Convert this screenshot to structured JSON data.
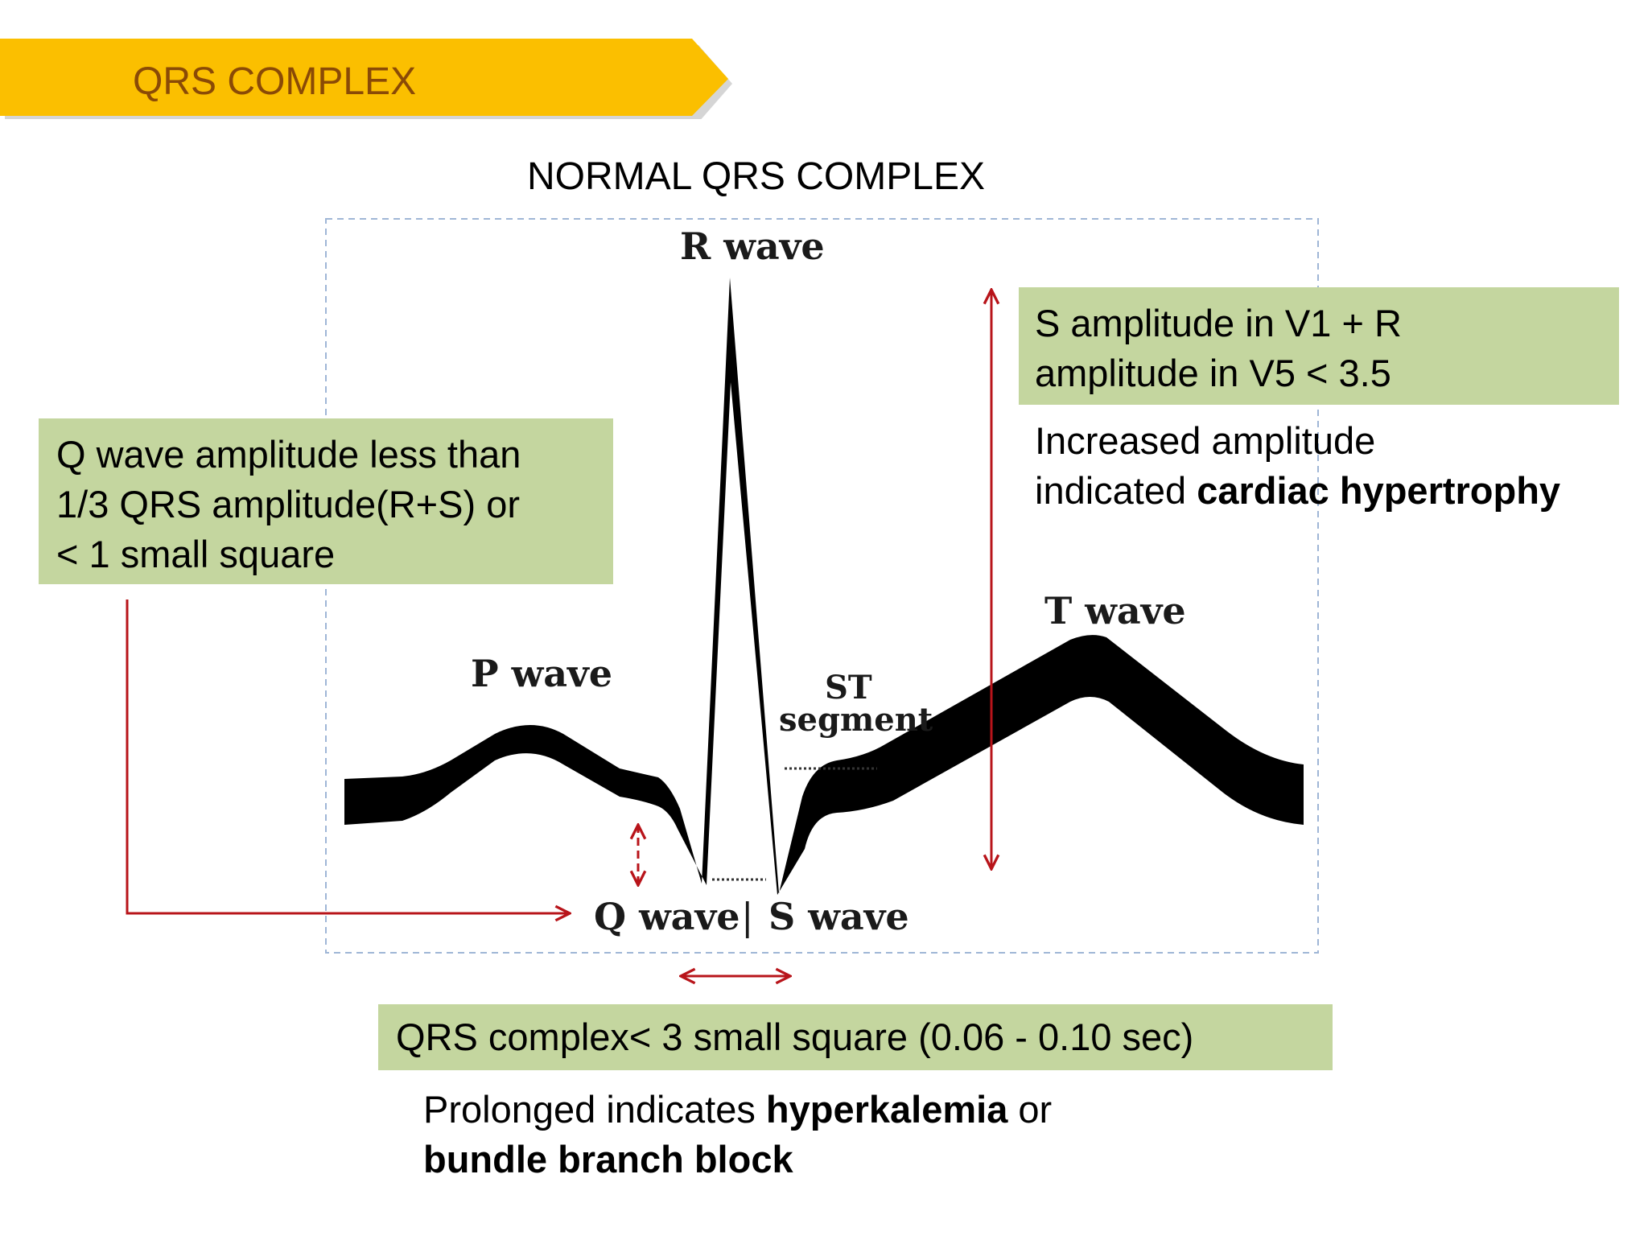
{
  "header": {
    "banner_label": "QRS COMPLEX"
  },
  "diagram": {
    "title": "NORMAL QRS COMPLEX",
    "wave_labels": {
      "r": "R wave",
      "p": "P wave",
      "st_line1": "ST",
      "st_line2": "segment",
      "t": "T wave",
      "q": "Q wave",
      "separator": "|",
      "s": "S wave"
    },
    "colors": {
      "banner": "#fbbf00",
      "banner_text": "#8a4a06",
      "box_fill": "#c4d69f",
      "arrow": "#b8141a",
      "waveform": "#000000",
      "frame": "#9fb6d6"
    }
  },
  "callouts": {
    "q_wave": {
      "line1": "Q wave amplitude less than",
      "line2": "1/3 QRS amplitude(R+S) or",
      "line3": "< 1 small square"
    },
    "amplitude": {
      "line1": "S amplitude in V1 + R",
      "line2": "amplitude in V5 < 3.5",
      "note_line1": "Increased amplitude",
      "note_line2_prefix": "indicated ",
      "note_line2_bold": "cardiac hypertrophy"
    },
    "duration": {
      "box_text": "QRS complex< 3 small square (0.06 - 0.10 sec)",
      "note_prefix": "Prolonged indicates ",
      "note_bold1": "hyperkalemia",
      "note_mid": " or",
      "note_bold2": "bundle branch block"
    }
  }
}
